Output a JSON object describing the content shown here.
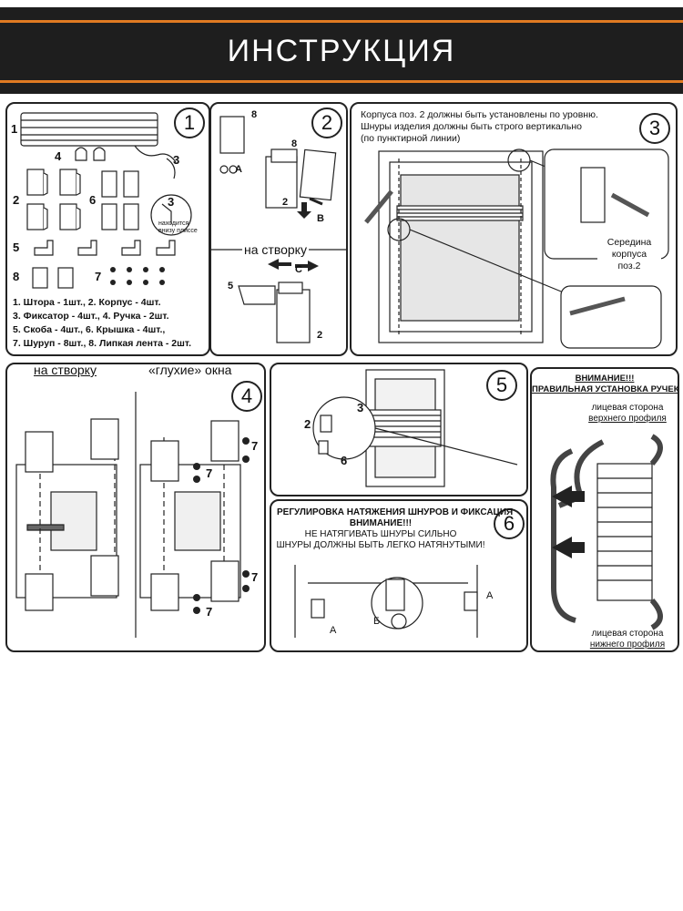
{
  "header": {
    "title": "ИНСТРУКЦИЯ",
    "bar_color": "#1e1e1e",
    "accent_color": "#e07a22"
  },
  "panel1": {
    "number": "1",
    "labels": {
      "l1": "1",
      "l2": "2",
      "l3": "3",
      "l3b": "3",
      "l4": "4",
      "l5": "5",
      "l6": "6",
      "l7": "7",
      "l8": "8"
    },
    "note": "находится внизу плиссе",
    "parts_list": [
      "1. Штора - 1шт., 2. Корпус - 4шт.",
      "3. Фиксатор - 4шт., 4. Ручка - 2шт.",
      "5. Скоба - 4шт., 6. Крышка - 4шт.,",
      "7. Шуруп - 8шт., 8. Липкая лента - 2шт."
    ]
  },
  "panel2": {
    "number": "2",
    "labels": {
      "l8a": "8",
      "lA": "A",
      "l8b": "8",
      "l2a": "2",
      "lB": "B",
      "lC": "C",
      "l5": "5",
      "l2b": "2"
    },
    "subtitle": "на створку"
  },
  "panel3": {
    "number": "3",
    "note_lines": [
      "Корпуса поз. 2 должны быть установлены по уровню.",
      "Шнуры изделия должны быть строго вертикально",
      "(по пунктирной линии)"
    ],
    "middle_label": [
      "Середина",
      "корпуса",
      "поз.2"
    ]
  },
  "panel4": {
    "number": "4",
    "left_title": "на створку",
    "right_title": "«глухие» окна",
    "labels": {
      "a": "7",
      "b": "7",
      "c": "7",
      "d": "7"
    }
  },
  "panel5": {
    "number": "5",
    "labels": {
      "l3": "3",
      "l2": "2",
      "l6": "6"
    }
  },
  "panel6": {
    "number": "6",
    "title": "РЕГУЛИРОВКА НАТЯЖЕНИЯ ШНУРОВ И ФИКСАЦИЯ",
    "warning": "ВНИМАНИЕ!!!",
    "line1": "НЕ НАТЯГИВАТЬ ШНУРЫ СИЛЬНО",
    "line2": "ШНУРЫ ДОЛЖНЫ БЫТЬ ЛЕГКО НАТЯНУТЫМИ!",
    "labels": {
      "a1": "А",
      "a2": "А",
      "b": "Б"
    }
  },
  "panel7": {
    "warning": "ВНИМАНИЕ!!!",
    "title": "ПРАВИЛЬНАЯ УСТАНОВКА РУЧЕК",
    "top_text": [
      "лицевая сторона",
      "верхнего профиля"
    ],
    "bottom_text": [
      "лицевая сторона",
      "нижнего профиля"
    ]
  }
}
